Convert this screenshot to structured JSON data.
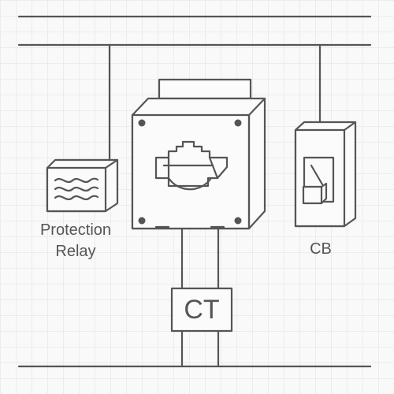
{
  "labels": {
    "protection_relay_line1": "Protection",
    "protection_relay_line2": "Relay",
    "circuit_breaker": "CB",
    "current_transformer": "CT"
  },
  "colors": {
    "line": "#555555",
    "grid": "#ececec",
    "background": "#f9f9f9"
  },
  "components": [
    {
      "name": "busbar",
      "icon": "busbar-lines"
    },
    {
      "name": "current-transformer-body",
      "icon": "ct-core-icon"
    },
    {
      "name": "protection-relay",
      "icon": "relay-box-icon"
    },
    {
      "name": "circuit-breaker",
      "icon": "breaker-switch-icon"
    },
    {
      "name": "ct-box",
      "icon": "ct-label-box"
    }
  ]
}
